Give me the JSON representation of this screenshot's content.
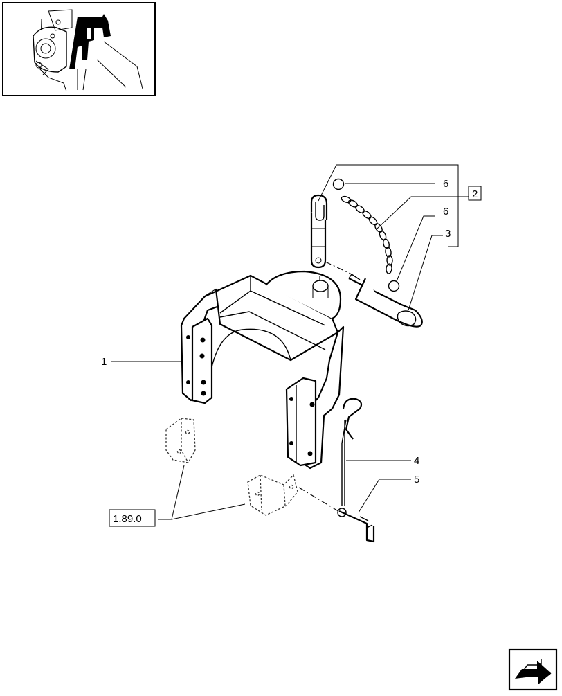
{
  "callouts": {
    "part_1": "1",
    "part_2": "2",
    "part_3": "3",
    "part_4": "4",
    "part_5": "5",
    "part_6_top": "6",
    "part_6_mid": "6"
  },
  "reference": {
    "label": "1.89.0"
  },
  "icons": {
    "thumbnail": "tractor-locator-thumbnail",
    "nav": "next-page-arrow-icon"
  },
  "colors": {
    "ink": "#000000",
    "background": "#ffffff"
  }
}
